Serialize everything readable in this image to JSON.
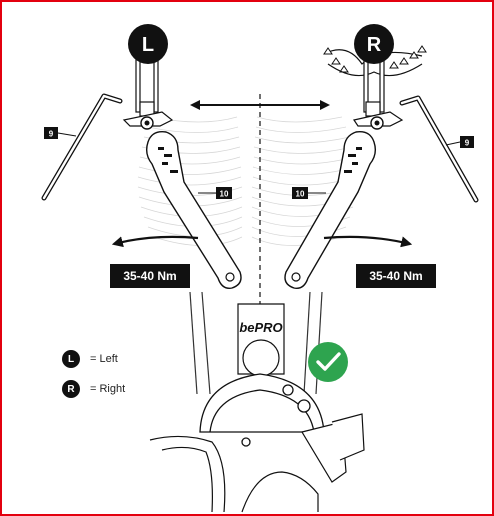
{
  "badges": {
    "left": "L",
    "right": "R"
  },
  "tools": {
    "hex_key": "9",
    "crank_wrench": "10"
  },
  "torque": {
    "left": "35-40 Nm",
    "right": "35-40 Nm"
  },
  "brand": "bePRO",
  "legend": [
    {
      "key": "L",
      "text": "= Left"
    },
    {
      "key": "R",
      "text": "= Right"
    }
  ],
  "colors": {
    "frame_border": "#e3000f",
    "check": "#2ea44f",
    "ink": "#111111"
  }
}
